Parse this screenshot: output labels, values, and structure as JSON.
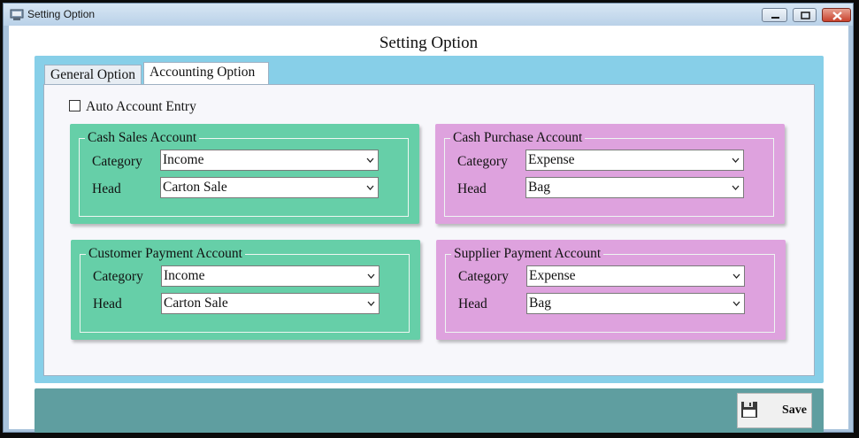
{
  "window": {
    "title": "Setting Option"
  },
  "page": {
    "title": "Setting Option"
  },
  "tabs": [
    {
      "label": "General Option"
    },
    {
      "label": "Accounting Option"
    }
  ],
  "auto_account_entry": {
    "label": "Auto Account Entry",
    "checked": false
  },
  "cash_sales": {
    "title": "Cash Sales Account",
    "category_label": "Category",
    "category_value": "Income",
    "head_label": "Head",
    "head_value": "Carton Sale"
  },
  "cash_purchase": {
    "title": "Cash Purchase Account",
    "category_label": "Category",
    "category_value": "Expense",
    "head_label": "Head",
    "head_value": "Bag"
  },
  "customer_payment": {
    "title": "Customer Payment Account",
    "category_label": "Category",
    "category_value": "Income",
    "head_label": "Head",
    "head_value": "Carton Sale"
  },
  "supplier_payment": {
    "title": "Supplier Payment Account",
    "category_label": "Category",
    "category_value": "Expense",
    "head_label": "Head",
    "head_value": "Bag"
  },
  "footer": {
    "save_label": "Save"
  },
  "colors": {
    "panel_blue": "#87cfe8",
    "card_green": "#66cfa8",
    "card_pink": "#dea2de",
    "footer_teal": "#5f9ea0"
  },
  "icons": [
    "app-icon",
    "minimize-icon",
    "maximize-icon",
    "close-icon",
    "chevron-down-icon",
    "floppy-disk-icon"
  ]
}
